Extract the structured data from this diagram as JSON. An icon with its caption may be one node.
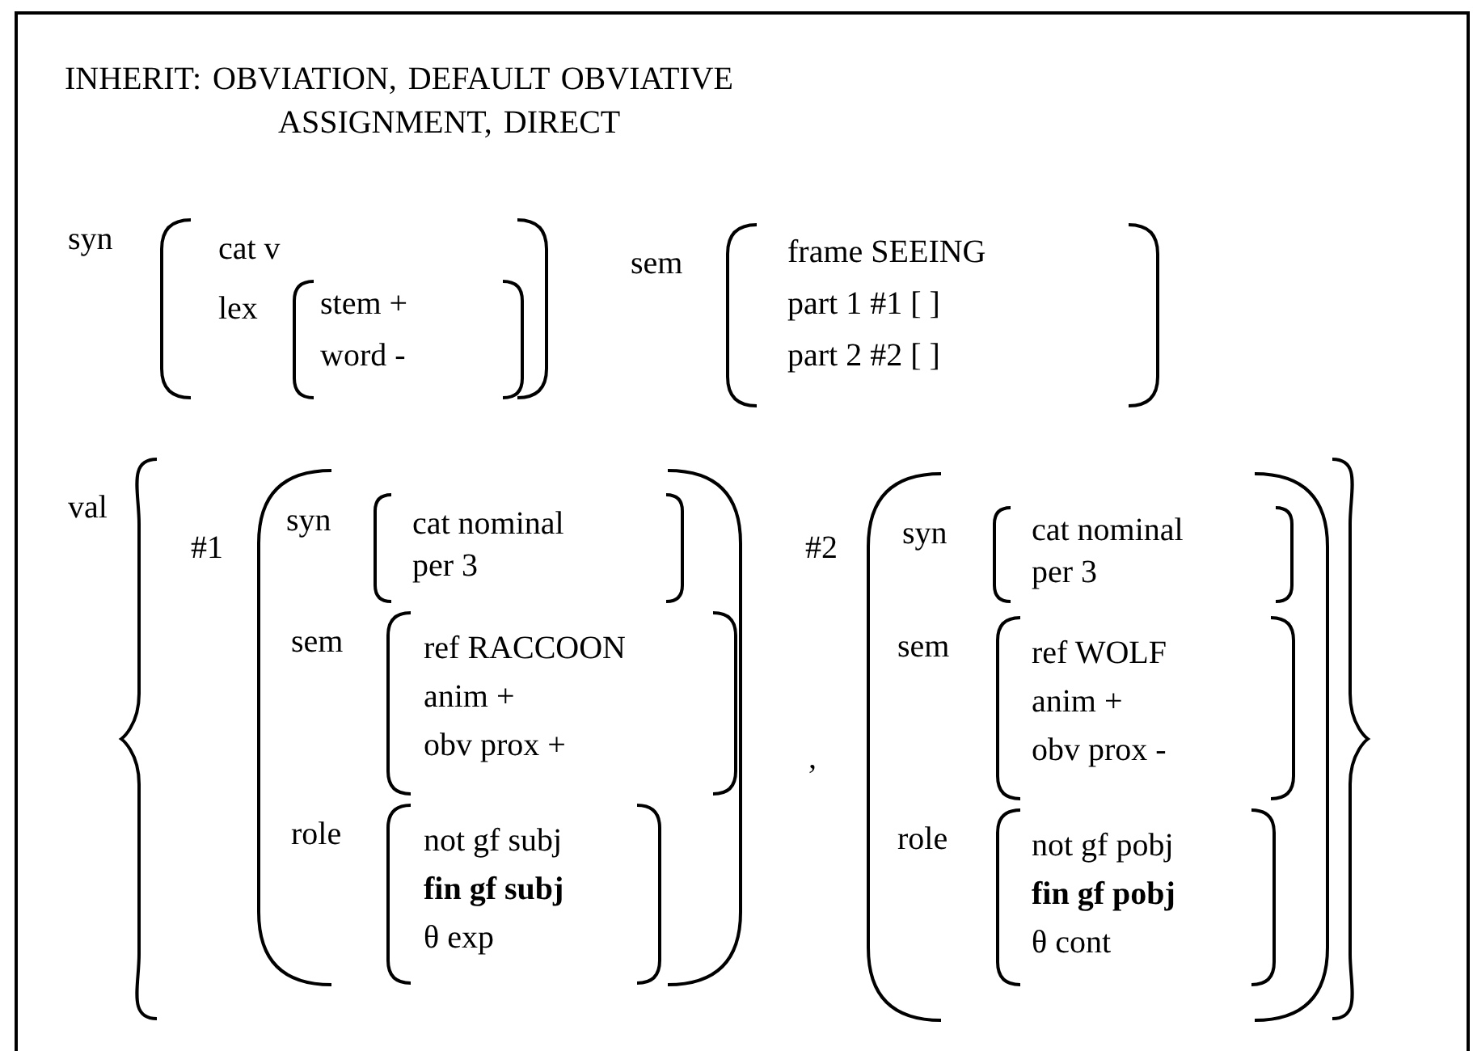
{
  "diagram": {
    "title": "INHERIT: OBVIATION, DEFAULT OBVIATIVE ASSIGNMENT, DIRECT",
    "nodes": [
      {
        "text": [
          "syn",
          "cat v"
        ]
      },
      {
        "text": [
          "lex",
          "stem +",
          "word -"
        ],
        "in": 0
      },
      {
        "text": [
          "sem",
          "frame SEEING",
          "part 1 #1 [ ]",
          "part 2 #2 [ ]"
        ]
      },
      {
        "text": [
          "val"
        ]
      },
      {
        "text": [
          "#1"
        ],
        "in": 3
      },
      {
        "text": [
          "syn",
          "cat nominal",
          "per 3"
        ],
        "in": 4
      },
      {
        "text": [
          "sem",
          "ref RACCOON",
          "anim +",
          "obv prox +"
        ],
        "in": 4
      },
      {
        "text": [
          "role",
          "not gf subj",
          "**fin gf subj**",
          "θ exp"
        ],
        "in": 4
      },
      {
        "text": [
          "#2"
        ],
        "in": 3
      },
      {
        "text": [
          "syn",
          "cat nominal",
          "per 3"
        ],
        "in": 8
      },
      {
        "text": [
          "sem",
          "ref WOLF",
          "anim +",
          "obv prox -"
        ],
        "in": 8
      },
      {
        "text": [
          "role",
          "not gf pobj",
          "**fin gf pobj**",
          "θ cont"
        ],
        "in": 8
      }
    ],
    "labels": [
      ","
    ]
  }
}
